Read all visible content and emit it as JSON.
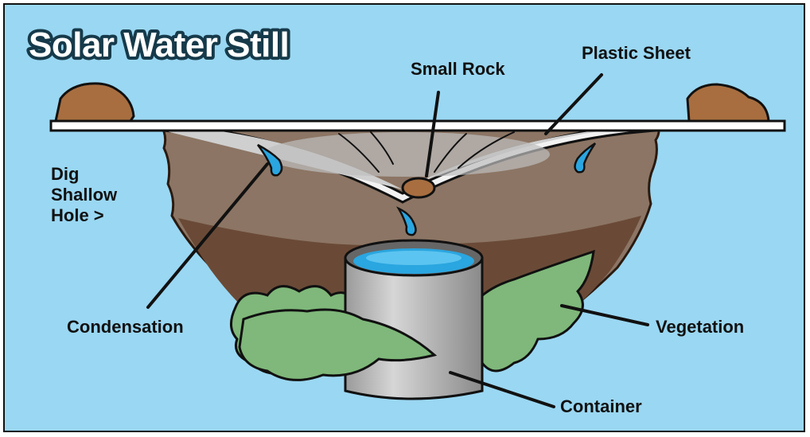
{
  "title": "Solar Water Still",
  "labels": {
    "small_rock": "Small Rock",
    "plastic_sheet": "Plastic Sheet",
    "dig_line1": "Dig",
    "dig_line2": "Shallow",
    "dig_line3": "Hole >",
    "condensation": "Condensation",
    "vegetation": "Vegetation",
    "container": "Container"
  },
  "colors": {
    "sky": "#9ad7f2",
    "soil_light": "#8c7564",
    "soil_dark": "#6a4a37",
    "sheet": "#d8d8d8",
    "water": "#2aa6e0",
    "leaf": "#7fb87a",
    "rock": "#a86e40"
  }
}
